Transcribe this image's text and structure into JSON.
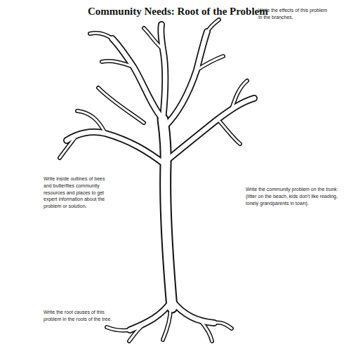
{
  "diagram": {
    "title": "Community Needs: Root of the Problem",
    "labels": [
      "Write the effects of this problem in the branches.",
      "Write inside outlines of bees and butterflies community resources and places to get expert information about the problem or solution.",
      "Write the community problem on the trunk (litter on the beach, kids don't like reading, lonely grandparents in town).",
      "Write the root causes of this problem in the roots of the tree."
    ]
  }
}
